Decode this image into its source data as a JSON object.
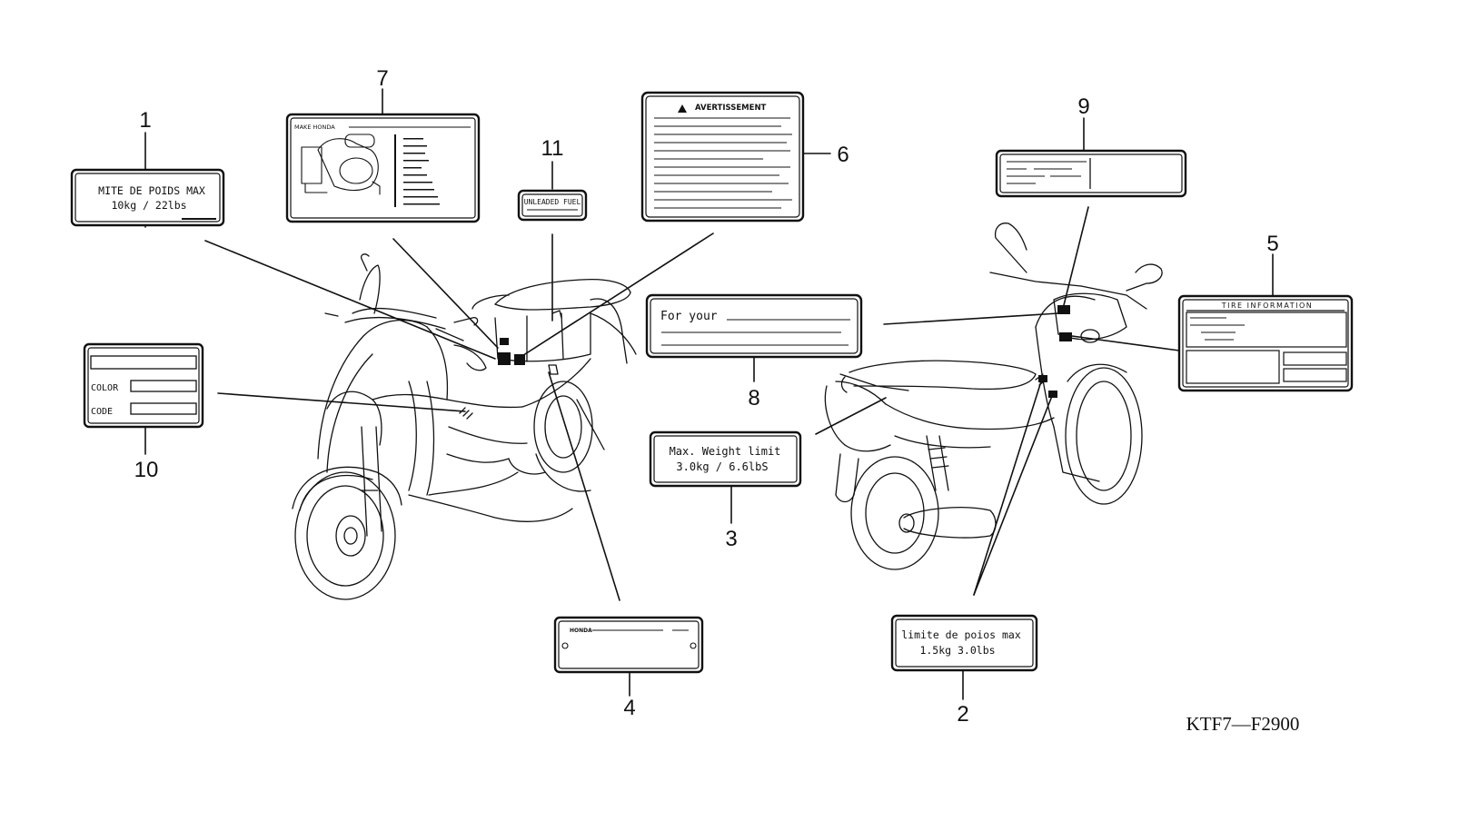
{
  "figure_code": "KTF7—F2900",
  "colors": {
    "ink": "#111111",
    "paper": "#ffffff"
  },
  "callouts": [
    "1",
    "2",
    "3",
    "4",
    "5",
    "6",
    "7",
    "8",
    "9",
    "10",
    "11"
  ],
  "labels": {
    "label_1": {
      "line_1": "MITE DE POIDS MAX",
      "line_2": "10kg  / 22lbs"
    },
    "label_2": {
      "line_1": "limite de poios max",
      "line_2": "1.5kg   3.0lbs"
    },
    "label_3": {
      "line_1": "Max. Weight limit",
      "line_2": "3.0kg  / 6.6lbS"
    },
    "label_4": {
      "brand": "HONDA"
    },
    "label_5": {
      "title": "TIRE INFORMATION"
    },
    "label_6": {
      "title": "AVERTISSEMENT",
      "icon": "warning-triangle-icon"
    },
    "label_7": {
      "header": "MAKE HONDA"
    },
    "label_8": {
      "line_1": "For your"
    },
    "label_10": {
      "row_color": "COLOR",
      "row_code": "CODE"
    },
    "label_11": {
      "text": "UNLEADED FUEL"
    }
  }
}
